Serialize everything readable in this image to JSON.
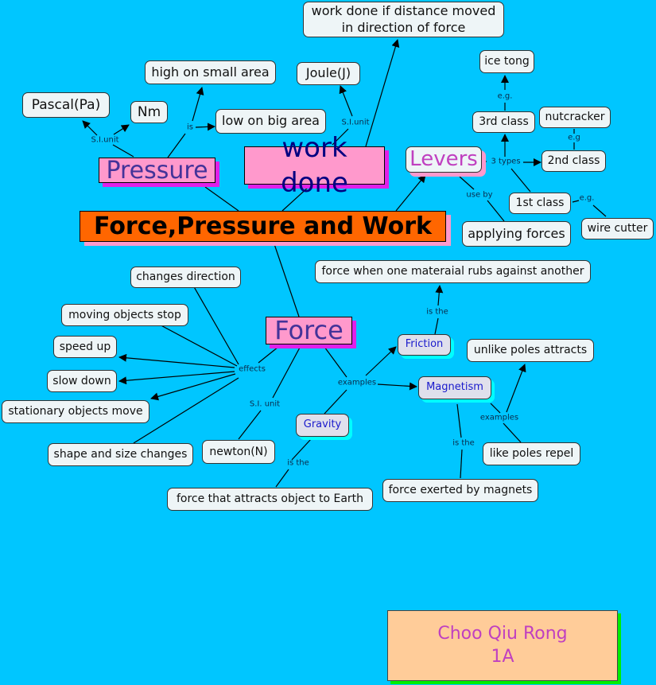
{
  "title": "Force,Pressure and Work",
  "concepts": {
    "pressure": "Pressure",
    "work_done": "work done",
    "levers": "Levers",
    "force": "Force",
    "work_def": "work done if distance moved in direction of force",
    "joule": "Joule(J)",
    "high": "high on small area",
    "low": "low on big area",
    "pascal": "Pascal(Pa)",
    "nm": "Nm",
    "ice_tong": "ice tong",
    "third": "3rd class",
    "nutcracker": "nutcracker",
    "second": "2nd class",
    "first": "1st class",
    "applying": "applying forces",
    "wire_cutter": "wire cutter",
    "friction_def": "force when one materaial rubs against another",
    "changes_direction": "changes direction",
    "moving_stop": "moving objects stop",
    "speed_up": "speed up",
    "slow_down": "slow down",
    "stationary_move": "stationary objects move",
    "shape_size": "shape and size changes",
    "newton": "newton(N)",
    "friction": "Friction",
    "magnetism": "Magnetism",
    "gravity": "Gravity",
    "unlike": "unlike poles attracts",
    "like": "like poles repel",
    "magnet_def": "force exerted by magnets",
    "gravity_def": "force that attracts object to Earth"
  },
  "links": {
    "si_unit_p": "S.I.unit",
    "is": "is",
    "si_unit_w": "S.I.unit",
    "three_types": "3 types",
    "eg_ice": "e.g.",
    "eg_nut": "e.g",
    "eg_wire": "e.g.",
    "use_by": "use by",
    "effects": "effects",
    "si_unit_f": "S.I. unit",
    "examples_f": "examples",
    "is_the_friction": "is the",
    "examples_m": "examples",
    "is_the_m": "is the",
    "is_the_g": "is the"
  },
  "author": {
    "name": "Choo Qiu Rong",
    "class": "1A"
  }
}
